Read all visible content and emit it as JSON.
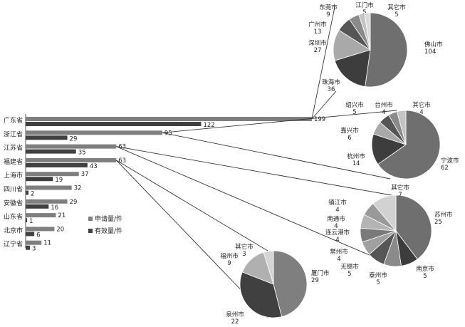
{
  "chart_data": [
    {
      "type": "bar",
      "orientation": "horizontal",
      "categories": [
        "广东省",
        "浙江省",
        "江苏省",
        "福建省",
        "上海市",
        "四川省",
        "安徽省",
        "山东省",
        "北京市",
        "辽宁省"
      ],
      "series": [
        {
          "name": "申请量/件",
          "values": [
            199,
            95,
            63,
            63,
            37,
            32,
            29,
            21,
            20,
            11
          ],
          "color": "#7f7f7f"
        },
        {
          "name": "有效量/件",
          "values": [
            122,
            29,
            35,
            43,
            19,
            2,
            16,
            1,
            6,
            3
          ],
          "color": "#404040"
        }
      ],
      "xlim": [
        0,
        200
      ],
      "grid": false,
      "legend": "lower-middle"
    },
    {
      "type": "pie",
      "parent": "广东省",
      "labels": [
        "佛山市",
        "珠海市",
        "深圳市",
        "广州市",
        "东莞市",
        "江门市",
        "其它市"
      ],
      "values": [
        104,
        36,
        27,
        13,
        9,
        5,
        5
      ],
      "colors": [
        "#6f6f6f",
        "#3d3d3d",
        "#a9a9a9",
        "#565656",
        "#8a8a8a",
        "#c4c4c4",
        "#dadada"
      ]
    },
    {
      "type": "pie",
      "parent": "浙江省",
      "labels": [
        "宁波市",
        "杭州市",
        "嘉兴市",
        "绍兴市",
        "台州市",
        "其它市"
      ],
      "values": [
        62,
        14,
        6,
        5,
        4,
        4
      ],
      "colors": [
        "#6f6f6f",
        "#3d3d3d",
        "#a9a9a9",
        "#565656",
        "#8a8a8a",
        "#c4c4c4"
      ]
    },
    {
      "type": "pie",
      "parent": "江苏省",
      "labels": [
        "苏州市",
        "南京市",
        "泰州市",
        "无锡市",
        "常州市",
        "连云港市",
        "南通市",
        "镇江市",
        "其它市"
      ],
      "values": [
        25,
        5,
        5,
        5,
        4,
        4,
        4,
        4,
        7
      ],
      "colors": [
        "#6f6f6f",
        "#3d3d3d",
        "#8a8a8a",
        "#565656",
        "#a0a0a0",
        "#7a7a7a",
        "#b4b4b4",
        "#999999",
        "#d2d2d2"
      ]
    },
    {
      "type": "pie",
      "parent": "福建省",
      "labels": [
        "厦门市",
        "泉州市",
        "福州市",
        "其它市"
      ],
      "values": [
        29,
        22,
        9,
        3
      ],
      "colors": [
        "#7f7f7f",
        "#404040",
        "#b0b0b0",
        "#d4d4d4"
      ]
    }
  ]
}
